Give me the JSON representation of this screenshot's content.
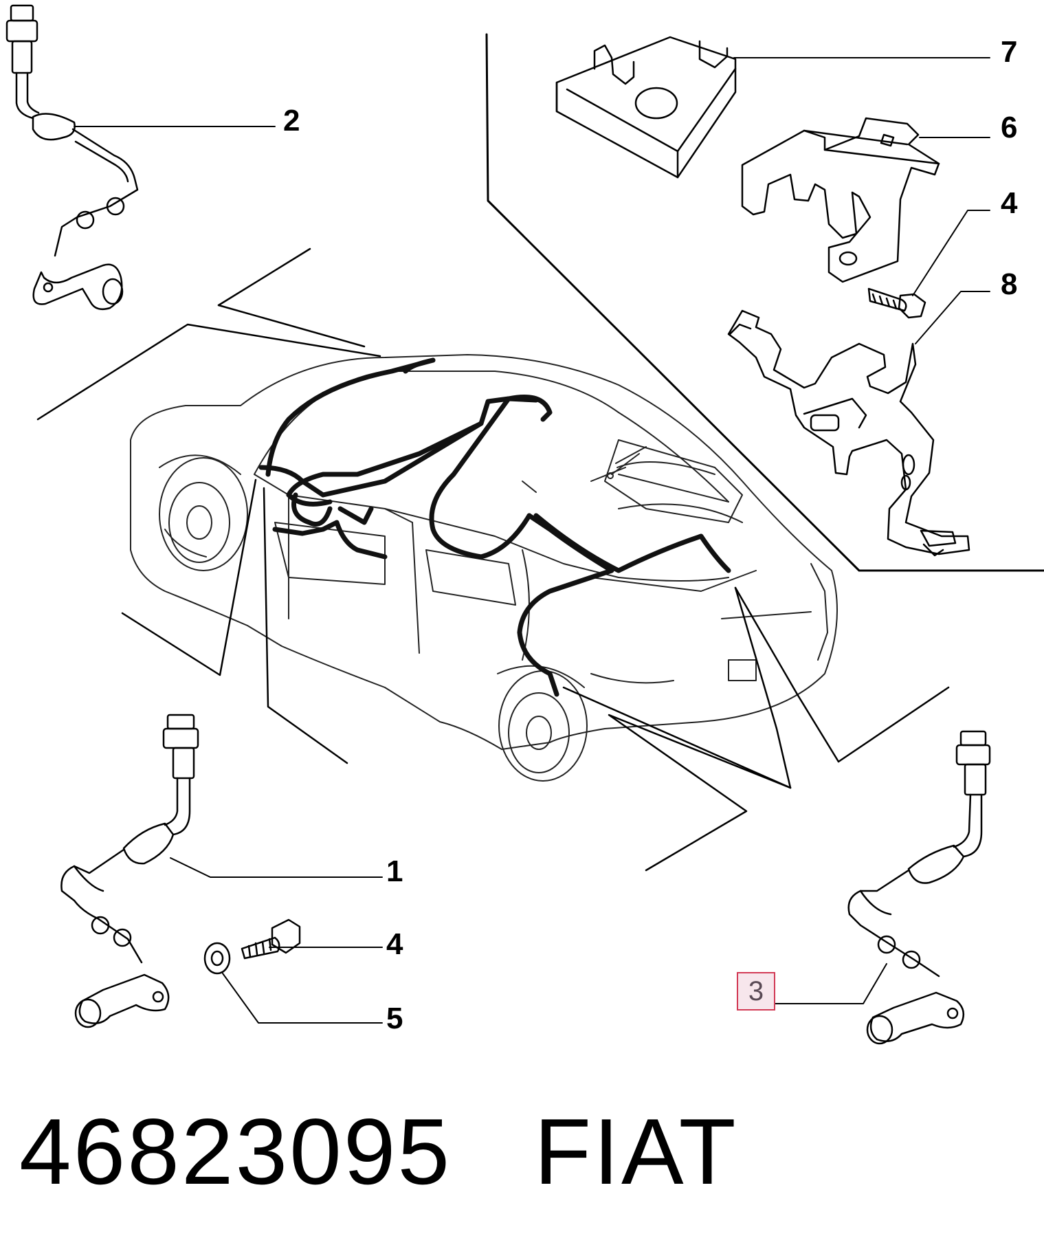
{
  "callouts": {
    "c1": "1",
    "c2": "2",
    "c3": "3",
    "c4a": "4",
    "c4b": "4",
    "c5": "5",
    "c6": "6",
    "c7": "7",
    "c8": "8"
  },
  "footer": {
    "part_number": "46823095",
    "brand": "FIAT"
  },
  "colors": {
    "ink": "#000000",
    "harness": "#111111",
    "highlight_fill": "#f7e6ec",
    "highlight_border": "#d23a55"
  }
}
